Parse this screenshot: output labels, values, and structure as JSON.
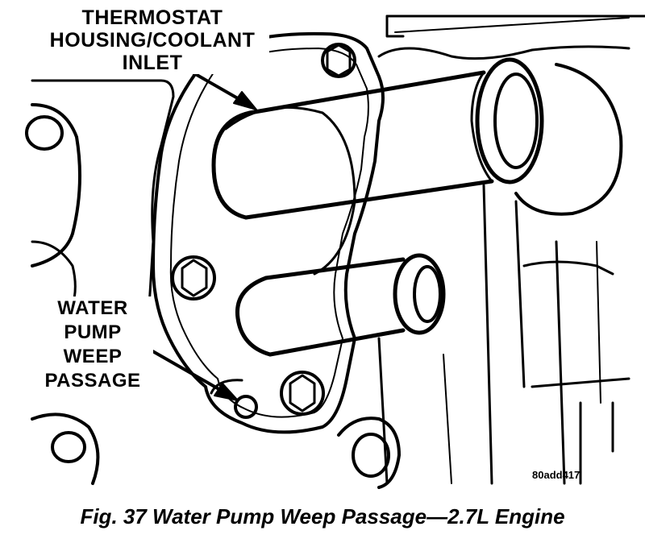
{
  "callouts": {
    "thermostat_lines": [
      "THERMOSTAT",
      "HOUSING/COOLANT",
      "INLET"
    ],
    "weep_lines": [
      "WATER",
      "PUMP",
      "WEEP",
      "PASSAGE"
    ]
  },
  "figure_id": "80add417",
  "caption": "Fig. 37 Water Pump Weep Passage—2.7L Engine",
  "colors": {
    "ink": "#000000",
    "paper": "#ffffff"
  }
}
